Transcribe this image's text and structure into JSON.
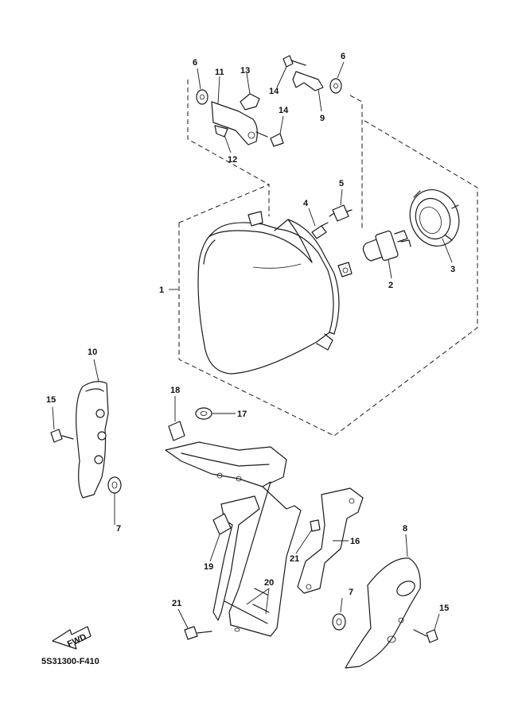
{
  "diagram": {
    "part_code": "5S31300-F410",
    "fwd_label": "FWD",
    "callouts": [
      {
        "id": "c1",
        "label": "1"
      },
      {
        "id": "c2",
        "label": "2"
      },
      {
        "id": "c3",
        "label": "3"
      },
      {
        "id": "c4",
        "label": "4"
      },
      {
        "id": "c5",
        "label": "5"
      },
      {
        "id": "c6a",
        "label": "6"
      },
      {
        "id": "c6b",
        "label": "6"
      },
      {
        "id": "c7a",
        "label": "7"
      },
      {
        "id": "c7b",
        "label": "7"
      },
      {
        "id": "c8",
        "label": "8"
      },
      {
        "id": "c9",
        "label": "9"
      },
      {
        "id": "c10",
        "label": "10"
      },
      {
        "id": "c11",
        "label": "11"
      },
      {
        "id": "c12",
        "label": "12"
      },
      {
        "id": "c13",
        "label": "13"
      },
      {
        "id": "c14a",
        "label": "14"
      },
      {
        "id": "c14b",
        "label": "14"
      },
      {
        "id": "c15a",
        "label": "15"
      },
      {
        "id": "c15b",
        "label": "15"
      },
      {
        "id": "c16",
        "label": "16"
      },
      {
        "id": "c17",
        "label": "17"
      },
      {
        "id": "c18",
        "label": "18"
      },
      {
        "id": "c19",
        "label": "19"
      },
      {
        "id": "c20",
        "label": "20"
      },
      {
        "id": "c21a",
        "label": "21"
      },
      {
        "id": "c21b",
        "label": "21"
      }
    ]
  }
}
